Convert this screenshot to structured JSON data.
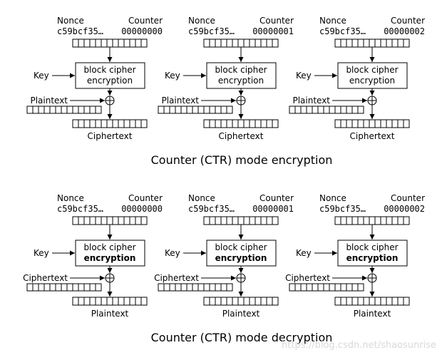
{
  "labels": {
    "nonce": "Nonce",
    "counter": "Counter",
    "key": "Key",
    "block_cipher": "block cipher",
    "encryption": "encryption",
    "plaintext": "Plaintext",
    "ciphertext": "Ciphertext"
  },
  "nonce_value": "c59bcf35…",
  "counters": [
    "00000000",
    "00000001",
    "00000002"
  ],
  "encryption_section": {
    "caption": "Counter (CTR) mode encryption",
    "input_label": "Plaintext",
    "output_label": "Ciphertext",
    "mode_bold": false
  },
  "decryption_section": {
    "caption": "Counter (CTR) mode decryption",
    "input_label": "Ciphertext",
    "output_label": "Plaintext",
    "mode_bold": true
  },
  "watermark": "https://blog.csdn.net/shaosunrise"
}
